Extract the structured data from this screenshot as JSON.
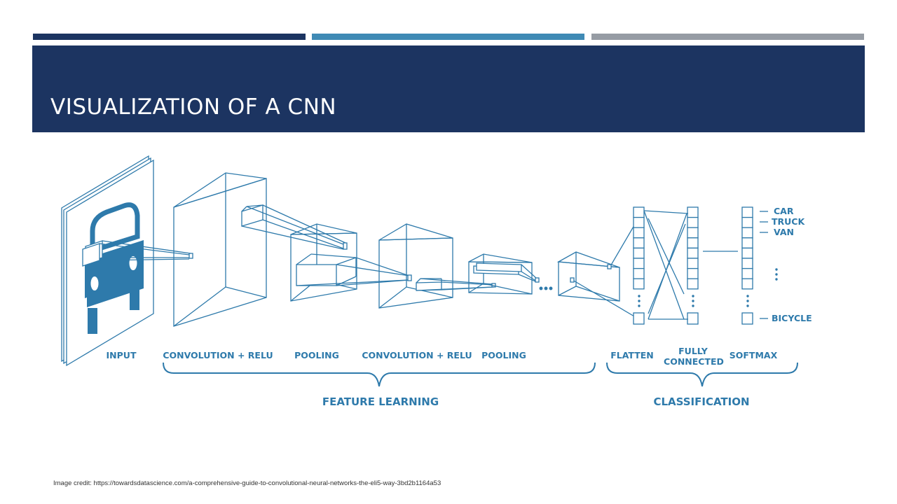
{
  "theme": {
    "navy": "#1c3461",
    "blue": "#3f8ab5",
    "gray": "#969ca4",
    "diagram_color": "#2e7aab",
    "title_text_color": "#ffffff"
  },
  "slide": {
    "title": "VISUALIZATION  OF A CNN",
    "credit": "Image credit: https://towardsdatascience.com/a-comprehensive-guide-to-convolutional-neural-networks-the-eli5-way-3bd2b1164a53"
  },
  "diagram": {
    "stages": {
      "input": "INPUT",
      "conv1": "CONVOLUTION + RELU",
      "pool1": "POOLING",
      "conv2": "CONVOLUTION + RELU",
      "pool2": "POOLING",
      "flatten": "FLATTEN",
      "fc_line1": "FULLY",
      "fc_line2": "CONNECTED",
      "softmax": "SOFTMAX"
    },
    "groups": {
      "feature_learning": "FEATURE LEARNING",
      "classification": "CLASSIFICATION"
    },
    "outputs": [
      "CAR",
      "TRUCK",
      "VAN",
      "BICYCLE"
    ],
    "ellipsis": "..."
  }
}
